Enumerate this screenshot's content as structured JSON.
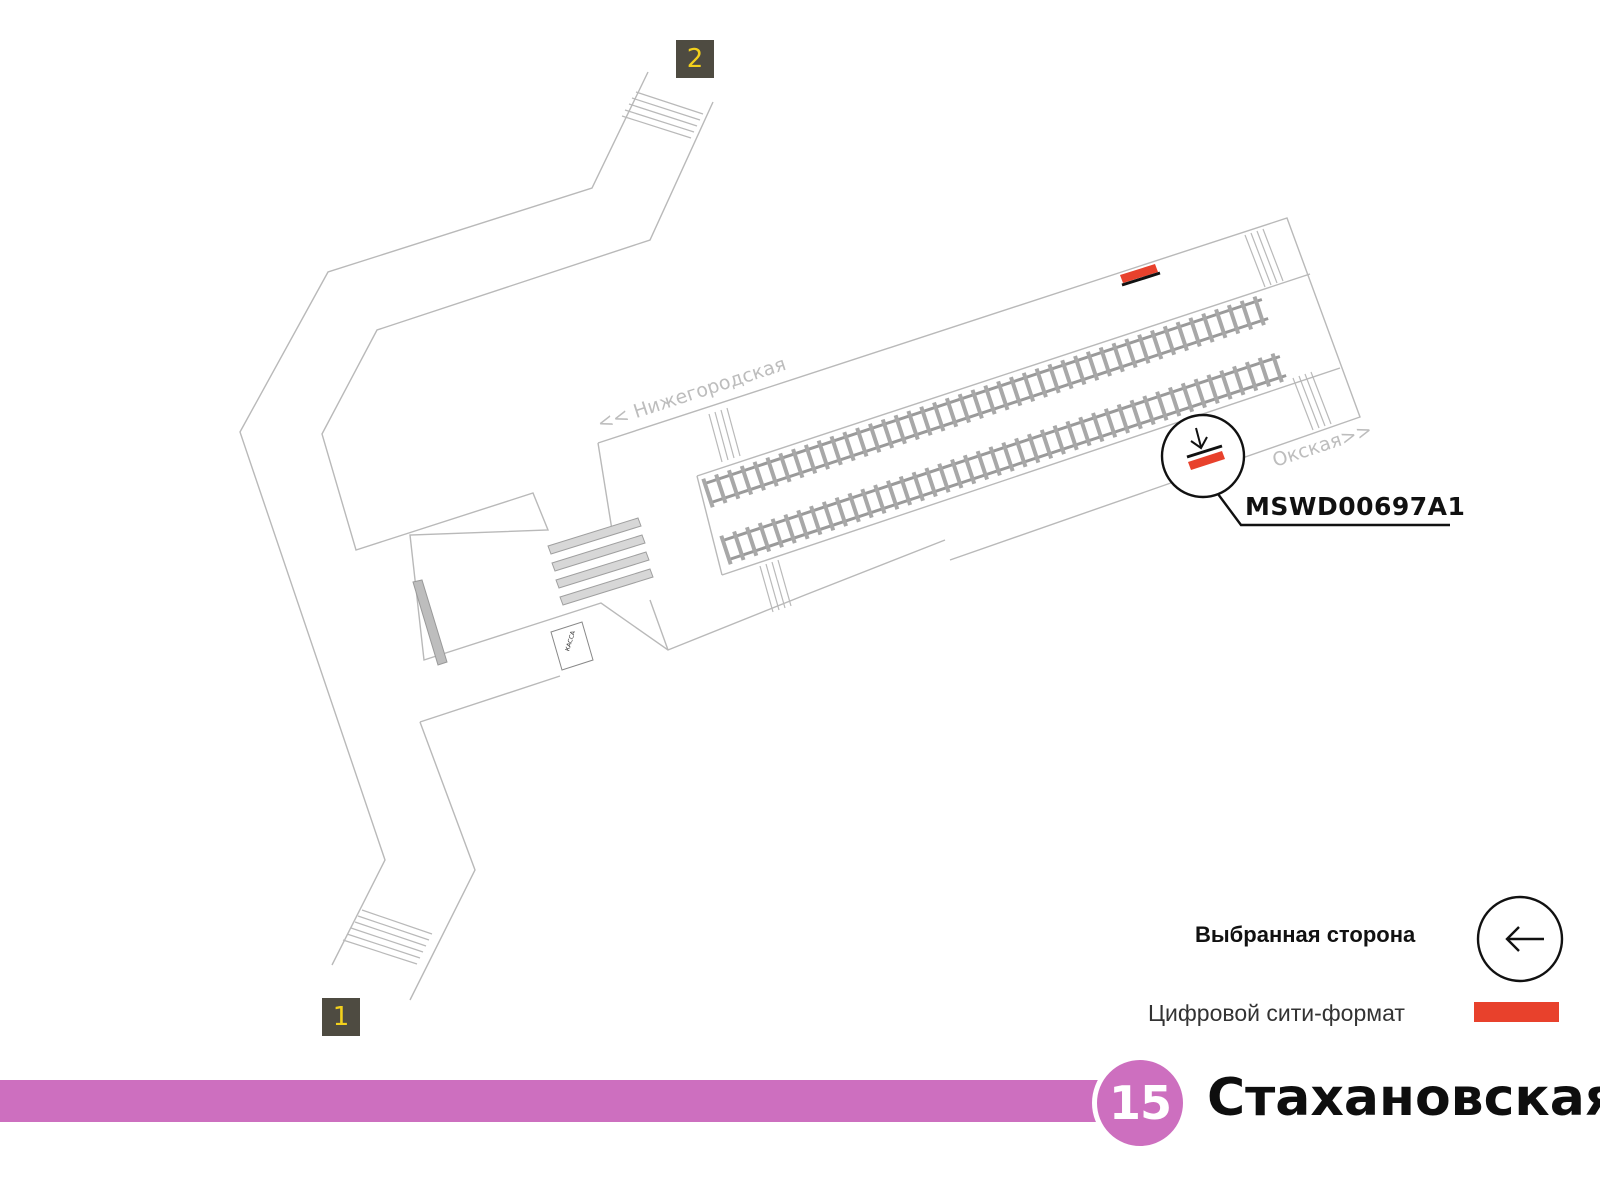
{
  "exits": [
    {
      "id": "exit-1",
      "label": "1"
    },
    {
      "id": "exit-2",
      "label": "2"
    }
  ],
  "directions": {
    "left": "<< Нижегородская",
    "right": "Окская>>"
  },
  "kassa_label": "КАССА",
  "placement": {
    "code": "MSWD00697A1",
    "color": "#e8412c"
  },
  "legend": {
    "selected_side": "Выбранная сторона",
    "digital_city_format": "Цифровой сити-формат",
    "digital_color": "#e8412c"
  },
  "station": {
    "line_number": "15",
    "name": "Стахановская",
    "line_color": "#cd6fbf"
  }
}
